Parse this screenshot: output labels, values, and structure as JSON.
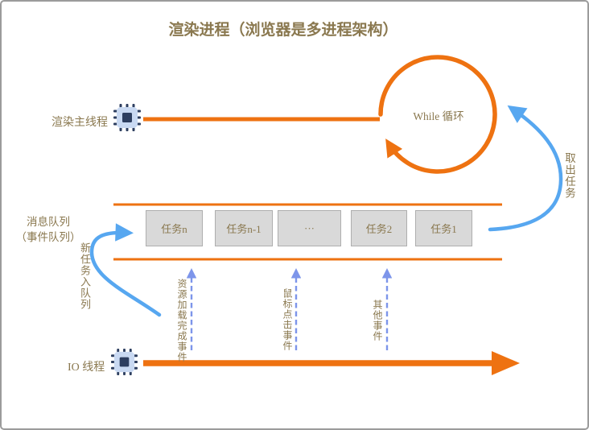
{
  "title": "渲染进程（浏览器是多进程架构）",
  "main_thread": {
    "label": "渲染主线程",
    "icon": "cpu-chip-icon"
  },
  "while_loop": {
    "label": "While 循环"
  },
  "dequeue_arrow": {
    "label": "取出任务"
  },
  "message_queue": {
    "label_line1": "消息队列",
    "label_line2": "（事件队列）",
    "enqueue_label": "新任务入队列",
    "tasks": [
      "任务n",
      "任务n-1",
      "···",
      "任务2",
      "任务1"
    ]
  },
  "event_sources": [
    {
      "label": "资源加载完成事件"
    },
    {
      "label": "鼠标点击事件"
    },
    {
      "label": "其他事件"
    }
  ],
  "io_thread": {
    "label": "IO 线程",
    "icon": "cpu-chip-icon"
  },
  "colors": {
    "orange": "#ee7211",
    "sky_blue": "#57a7f0",
    "periwinkle": "#7d95ea",
    "text_brown": "#8a784f",
    "box_fill": "#d9d9d9",
    "box_border": "#aeaeae",
    "chip_body": "#c9d9f2",
    "chip_core": "#2d3e5f"
  }
}
